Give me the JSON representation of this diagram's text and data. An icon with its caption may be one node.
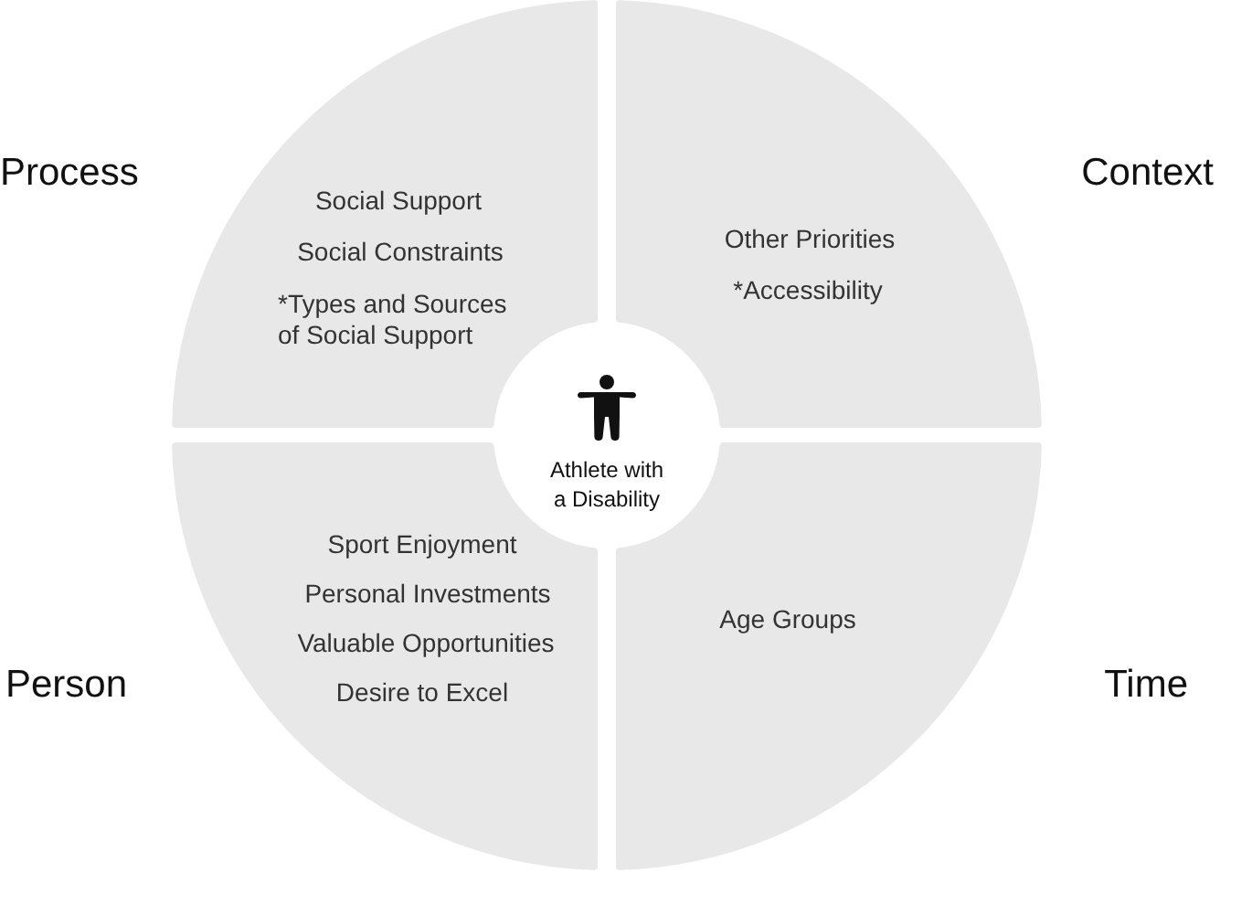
{
  "diagram": {
    "nodes": [
      {
        "text": [
          "Process",
          "Social Support",
          "Social Constraints",
          "*Types and Sources of Social Support"
        ]
      },
      {
        "text": [
          "Context",
          "Other Priorities",
          "*Accessibility"
        ]
      },
      {
        "text": [
          "Athlete with a Disability"
        ]
      },
      {
        "text": [
          "Person",
          "Sport Enjoyment",
          "Personal Investments",
          "Valuable Opportunities",
          "Desire to Excel"
        ]
      },
      {
        "text": [
          "Time",
          "Age Groups"
        ]
      }
    ]
  }
}
